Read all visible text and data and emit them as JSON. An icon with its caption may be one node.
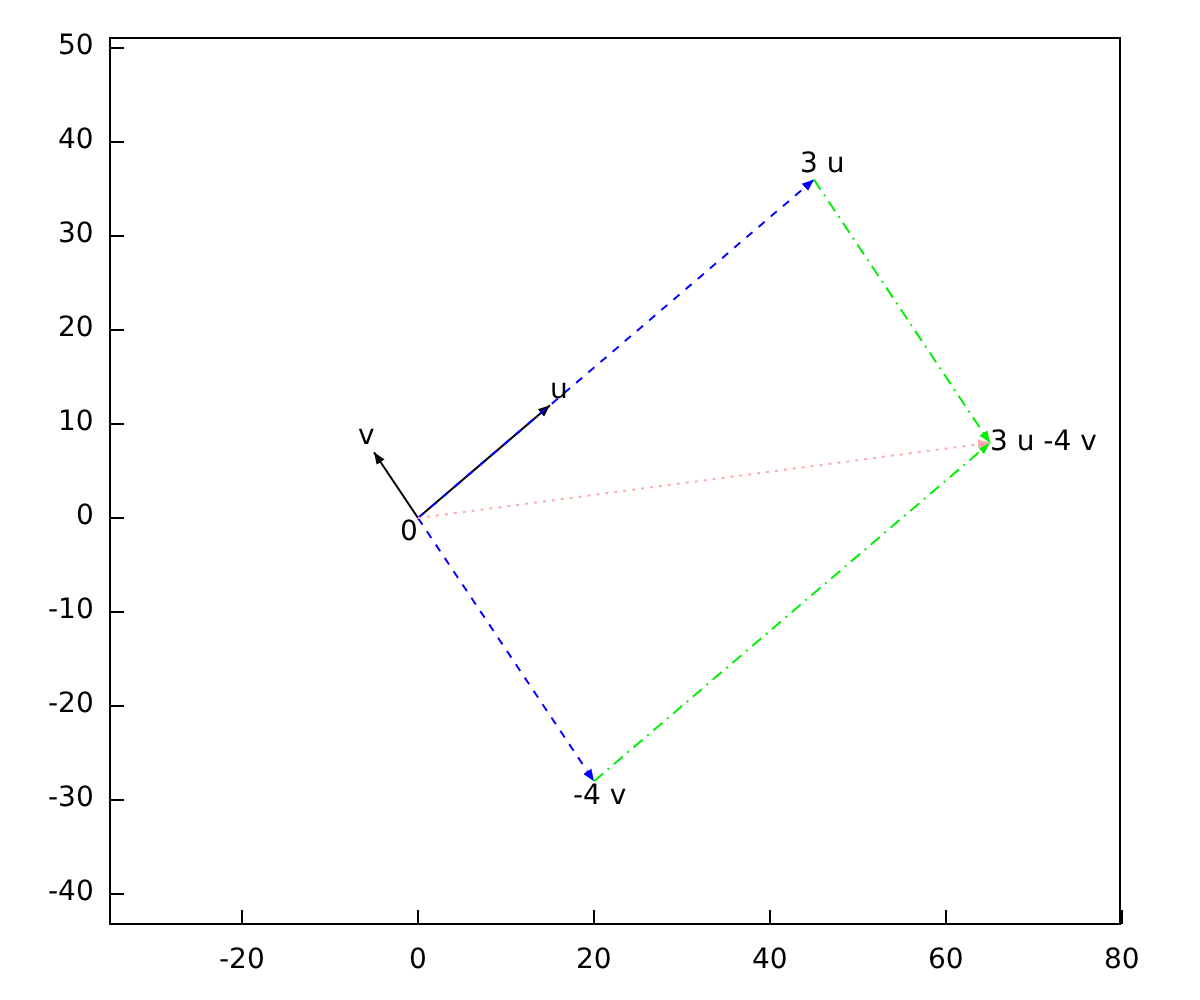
{
  "diagram": {
    "nodes": [
      {
        "text": [
          "0"
        ]
      },
      {
        "text": [
          "u"
        ]
      },
      {
        "text": [
          "v"
        ]
      },
      {
        "text": [
          "3 u"
        ]
      },
      {
        "text": [
          "-4 v"
        ]
      },
      {
        "text": [
          "3 u -4 v"
        ]
      }
    ],
    "edges": [
      {
        "from": 0,
        "to": 1,
        "arrow": "to"
      },
      {
        "from": 0,
        "to": 2,
        "arrow": "to"
      },
      {
        "from": 0,
        "to": 3,
        "arrow": "to",
        "style": "dashed",
        "color": "#0000ff"
      },
      {
        "from": 0,
        "to": 4,
        "arrow": "to",
        "style": "dashed",
        "color": "#0000ff"
      },
      {
        "from": 3,
        "to": 5,
        "arrow": "to",
        "style": "dashed",
        "color": "#00ee00"
      },
      {
        "from": 4,
        "to": 5,
        "arrow": "to",
        "style": "dashed",
        "color": "#00ee00"
      },
      {
        "from": 0,
        "to": 5,
        "arrow": "to",
        "style": "dashed",
        "color": "#ffaaaa"
      }
    ],
    "labels": [
      "50",
      "40",
      "30",
      "20",
      "10",
      "0",
      "-10",
      "-20",
      "-30",
      "-40",
      "-20",
      "0",
      "20",
      "40",
      "60",
      "80"
    ]
  }
}
